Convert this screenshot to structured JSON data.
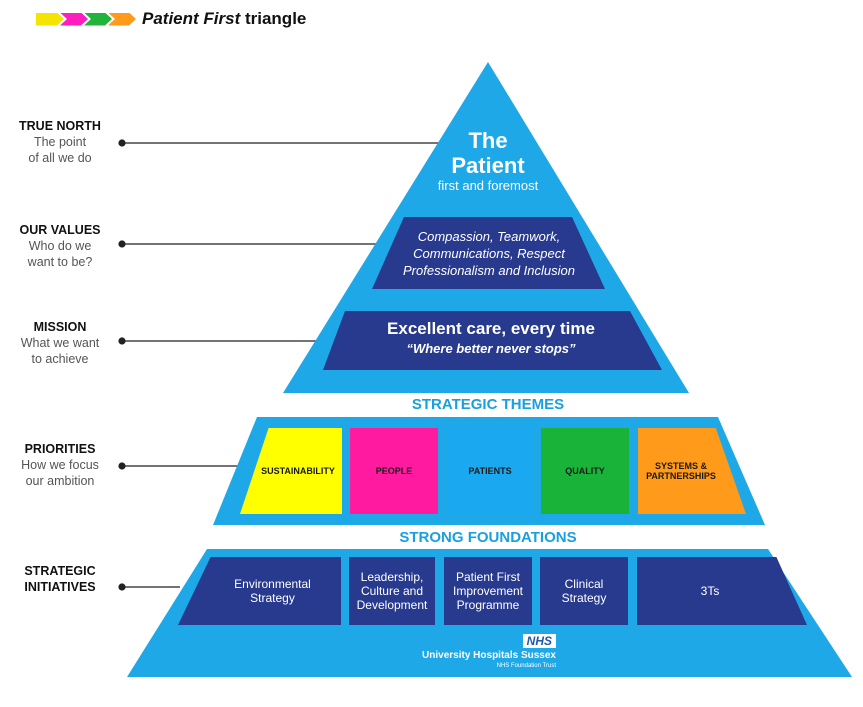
{
  "header": {
    "title_italic": "Patient First",
    "title_rest": " triangle",
    "chevron_colors": [
      "#f5e400",
      "#ff1dbe",
      "#22b33a",
      "#ff9a1a"
    ]
  },
  "colors": {
    "light_blue": "#1ea8e8",
    "navy": "#283a8e",
    "sustainability": "#ffff00",
    "people": "#ff1aa0",
    "patients": "#1aa8f0",
    "quality": "#1ab33a",
    "systems": "#ff9a1a"
  },
  "left_labels": [
    {
      "heading": "TRUE NORTH",
      "lines": [
        "The point",
        "of all we do"
      ]
    },
    {
      "heading": "OUR VALUES",
      "lines": [
        "Who do we",
        "want to be?"
      ]
    },
    {
      "heading": "MISSION",
      "lines": [
        "What we want",
        "to achieve"
      ]
    },
    {
      "heading": "PRIORITIES",
      "lines": [
        "How we focus",
        "our ambition"
      ]
    },
    {
      "heading": "STRATEGIC",
      "lines": [
        "INITIATIVES"
      ]
    }
  ],
  "apex": {
    "line1": "The",
    "line2": "Patient",
    "sub": "first and foremost"
  },
  "values": {
    "lines": [
      "Compassion, Teamwork,",
      "Communications, Respect",
      "Professionalism and Inclusion"
    ]
  },
  "mission": {
    "title": "Excellent care, every time",
    "quote": "“Where better never stops”"
  },
  "themes": {
    "heading": "STRATEGIC THEMES",
    "items": [
      "SUSTAINABILITY",
      "PEOPLE",
      "PATIENTS",
      "QUALITY",
      "SYSTEMS &\nPARTNERSHIPS"
    ]
  },
  "foundations": {
    "heading": "STRONG FOUNDATIONS",
    "items": [
      "Environmental\nStrategy",
      "Leadership,\nCulture and\nDevelopment",
      "Patient First\nImprovement\nProgramme",
      "Clinical\nStrategy",
      "3Ts"
    ]
  },
  "logo": {
    "nhs": "NHS",
    "org": "University Hospitals Sussex",
    "sub": "NHS Foundation Trust"
  }
}
